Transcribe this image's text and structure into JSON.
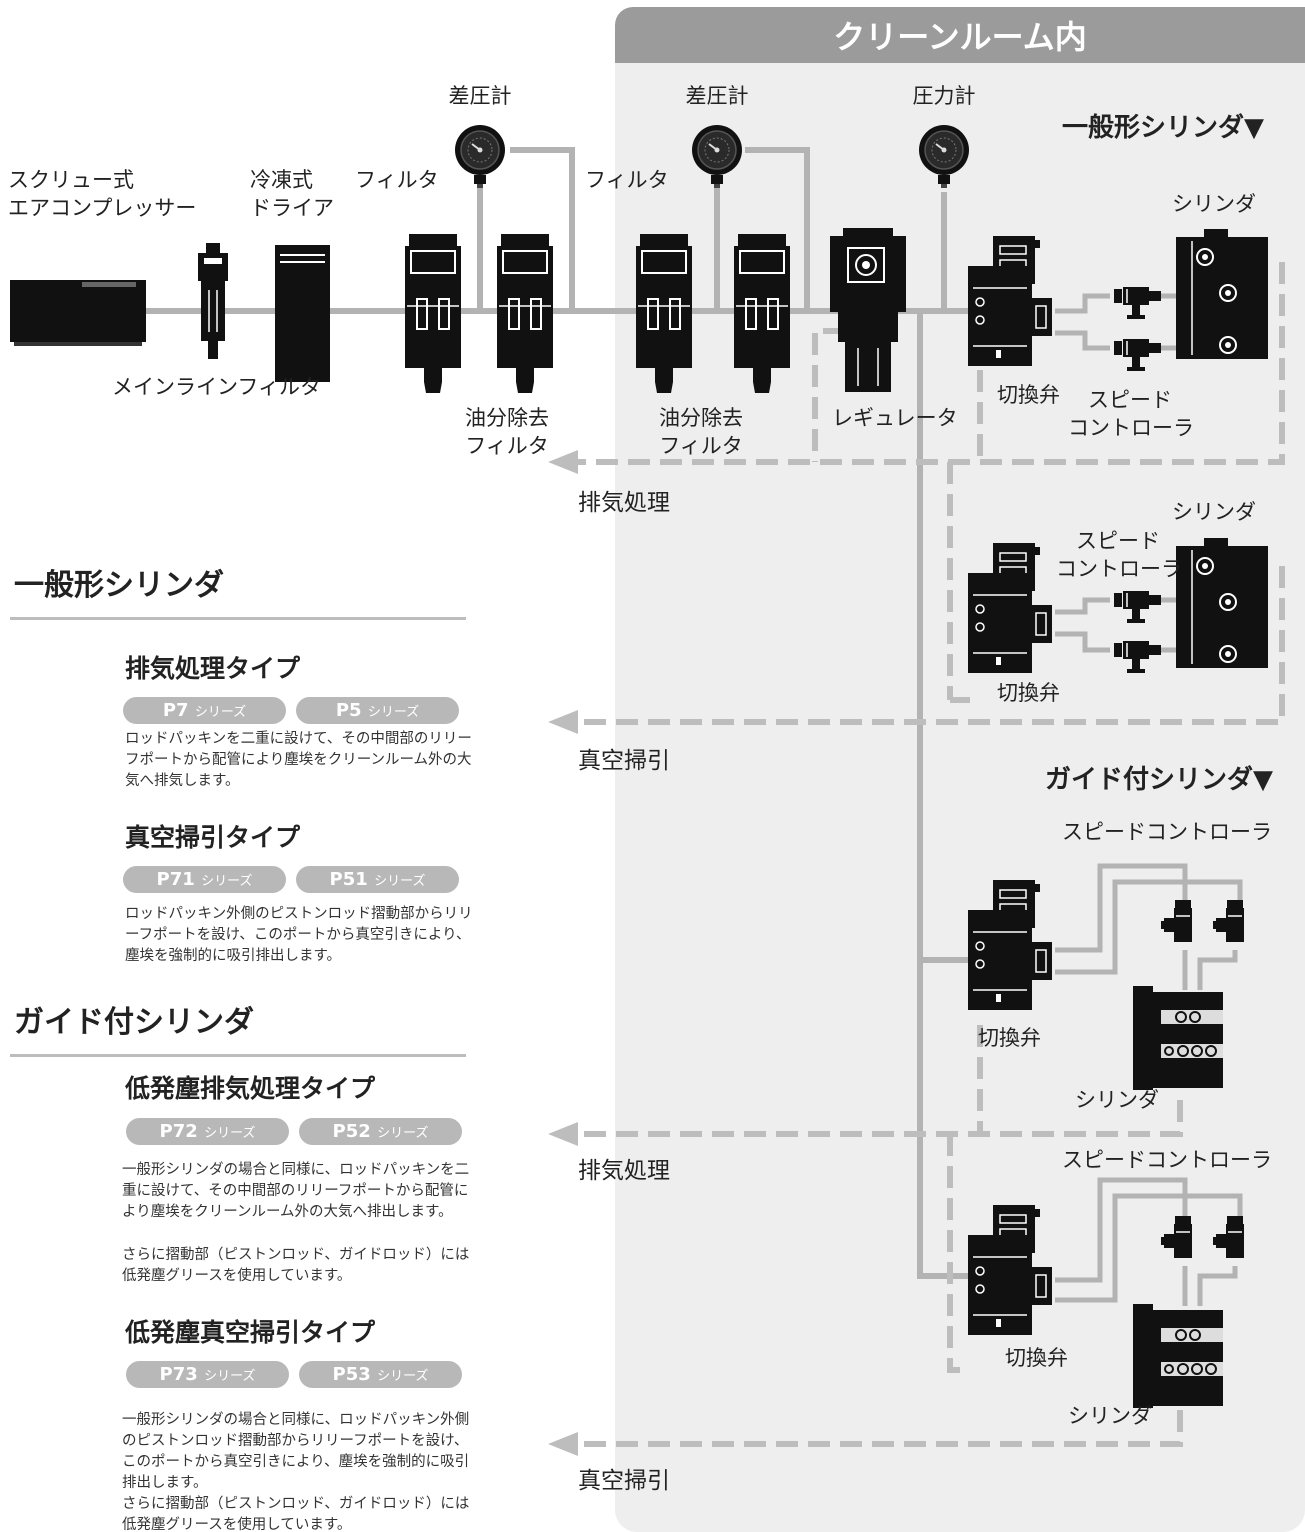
{
  "banner": "クリーンルーム内",
  "gauges": {
    "dp1": "差圧計",
    "dp2": "差圧計",
    "pressure": "圧力計"
  },
  "headers": {
    "general_cylinder": "一般形シリンダ▼",
    "guide_cylinder": "ガイド付シリンダ▼"
  },
  "components": {
    "compressor_line1": "スクリュー式",
    "compressor_line2": "エアコンプレッサー",
    "dryer_line1": "冷凍式",
    "dryer_line2": "ドライア",
    "filter1": "フィルタ",
    "filter2": "フィルタ",
    "main_line_filter": "メインラインフィルタ",
    "oil_filter1_line1": "油分除去",
    "oil_filter1_line2": "フィルタ",
    "oil_filter2_line1": "油分除去",
    "oil_filter2_line2": "フィルタ",
    "regulator": "レギュレータ",
    "valve1": "切換弁",
    "valve2": "切換弁",
    "valve3": "切換弁",
    "valve4": "切換弁",
    "speed1_line1": "スピード",
    "speed1_line2": "コントローラ",
    "speed2_line1": "スピード",
    "speed2_line2": "コントローラ",
    "speed3": "スピードコントローラ",
    "speed4": "スピードコントローラ",
    "cylinder1": "シリンダ",
    "cylinder2": "シリンダ",
    "cylinder3": "シリンダ",
    "cylinder4": "シリンダ"
  },
  "outputs": {
    "exhaust1": "排気処理",
    "vacuum1": "真空掃引",
    "exhaust2": "排気処理",
    "vacuum2": "真空掃引"
  },
  "legend": {
    "general": {
      "title": "一般形シリンダ",
      "types": [
        {
          "title": "排気処理タイプ",
          "badges": [
            {
              "code": "P7",
              "suffix": "シリーズ"
            },
            {
              "code": "P5",
              "suffix": "シリーズ"
            }
          ],
          "desc": "ロッドパッキンを二重に設けて、その中間部のリリーフポートから配管により塵埃をクリーンルーム外の大気へ排気します。"
        },
        {
          "title": "真空掃引タイプ",
          "badges": [
            {
              "code": "P71",
              "suffix": "シリーズ"
            },
            {
              "code": "P51",
              "suffix": "シリーズ"
            }
          ],
          "desc": "ロッドパッキン外側のピストンロッド摺動部からリリーフポートを設け、このポートから真空引きにより、塵埃を強制的に吸引排出します。"
        }
      ]
    },
    "guide": {
      "title": "ガイド付シリンダ",
      "types": [
        {
          "title": "低発塵排気処理タイプ",
          "badges": [
            {
              "code": "P72",
              "suffix": "シリーズ"
            },
            {
              "code": "P52",
              "suffix": "シリーズ"
            }
          ],
          "desc": "一般形シリンダの場合と同様に、ロッドパッキンを二重に設けて、その中間部のリリーフポートから配管により塵埃をクリーンルーム外の大気へ排出します。",
          "desc2": "さらに摺動部（ピストンロッド、ガイドロッド）には低発塵グリースを使用しています。"
        },
        {
          "title": "低発塵真空掃引タイプ",
          "badges": [
            {
              "code": "P73",
              "suffix": "シリーズ"
            },
            {
              "code": "P53",
              "suffix": "シリーズ"
            }
          ],
          "desc": "一般形シリンダの場合と同様に、ロッドパッキン外側のピストンロッド摺動部からリリーフポートを設け、このポートから真空引きにより、塵埃を強制的に吸引排出します。",
          "desc2": "さらに摺動部（ピストンロッド、ガイドロッド）には低発塵グリースを使用しています。"
        }
      ]
    }
  }
}
